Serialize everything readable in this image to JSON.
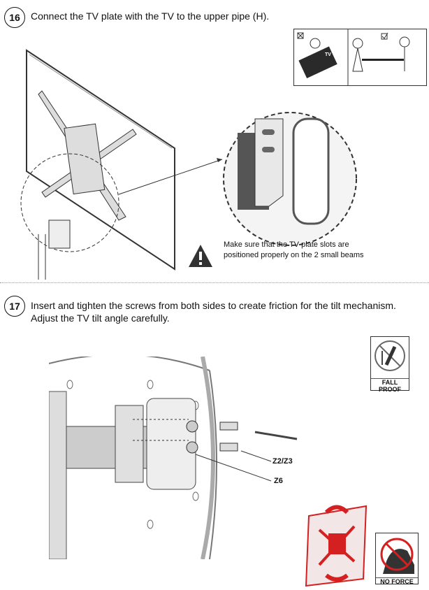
{
  "step16": {
    "number": "16",
    "text": "Connect the TV plate with the TV to the upper pipe (H).",
    "tv_label": "TV",
    "note_line1": "Make sure that the TV plate slots are",
    "note_line2": "positioned properly on the 2 small beams"
  },
  "step17": {
    "number": "17",
    "line1": "Insert and tighten the screws from both sides to create friction for the tilt mechanism.",
    "line2": "Adjust the TV tilt angle carefully.",
    "label_z2z3": "Z2/Z3",
    "label_z6": "Z6",
    "fall_proof_line1": "FALL",
    "fall_proof_line2": "PROOF",
    "no_force": "NO FORCE"
  },
  "colors": {
    "red": "#d42020",
    "dark": "#333333"
  }
}
